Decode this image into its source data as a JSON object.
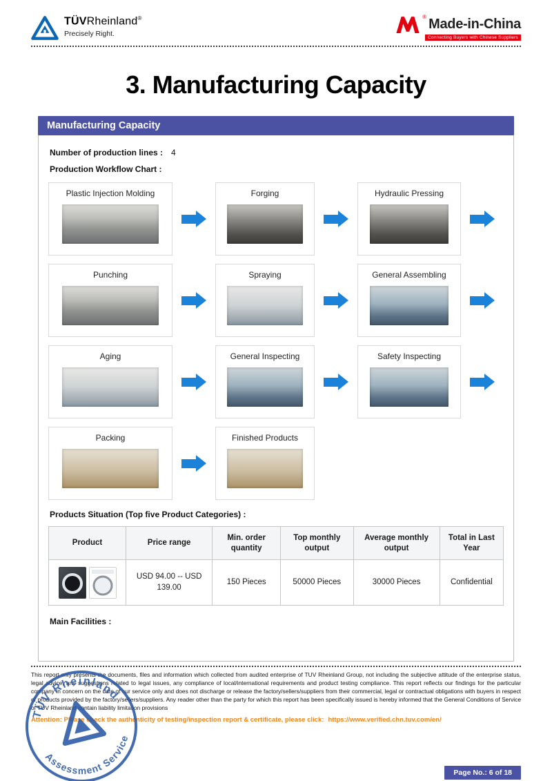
{
  "header": {
    "tuv": {
      "brand_bold": "TÜV",
      "brand_rest": "Rheinland",
      "reg": "®",
      "tagline": "Precisely Right."
    },
    "mic": {
      "brand": "Made-in-China",
      "reg": "®",
      "tagline": "Connecting Buyers with Chinese Suppliers"
    }
  },
  "title": "3. Manufacturing Capacity",
  "section": {
    "bar_title": "Manufacturing Capacity",
    "production_lines_label": "Number of production lines :",
    "production_lines_value": "4",
    "workflow_label": "Production Workflow Chart :",
    "workflow_steps": [
      "Plastic Injection Molding",
      "Forging",
      "Hydraulic Pressing",
      "Punching",
      "Spraying",
      "General Assembling",
      "Aging",
      "General Inspecting",
      "Safety Inspecting",
      "Packing",
      "Finished Products"
    ],
    "products_label": "Products Situation (Top five Product Categories) :",
    "table": {
      "headers": [
        "Product",
        "Price range",
        "Min. order quantity",
        "Top monthly output",
        "Average monthly output",
        "Total in Last Year"
      ],
      "row": {
        "price_range": "USD 94.00 -- USD 139.00",
        "min_order_quantity": "150 Pieces",
        "top_monthly_output": "50000 Pieces",
        "average_monthly_output": "30000 Pieces",
        "total_in_last_year": "Confidential"
      }
    },
    "facilities_label": "Main Facilities :"
  },
  "footer": {
    "disclaimer": "This report only presents the documents, files and information which collected from audited enterprise of TUV Rheinland Group, not including the subjective attitude of the enterprise status, legal advice, any suggestions related to legal issues, any compliance of local/international requirements and product testing compliance. This report reflects our findings for the particular company in concern on the date of our service only and does not discharge or release the factory/sellers/suppliers from their commercial, legal or contractual obligations with buyers in respect of products provided by the factory/sellers/suppliers. Any reader other than the party for which this report has been specifically issued is hereby informed that the General Conditions of Service of TUV Rheinland contain liability limitation provisions",
    "attention": "Attention: Please check the authenticity of testing/inspection report & certificate, please click:",
    "attention_url": "https://www.verified.chn.tuv.com/en/",
    "page_no": "Page No.: 6 of 18",
    "stamp": {
      "arc_top": "TÜV Rheinland",
      "arc_bottom": "Assessment Service"
    }
  },
  "colors": {
    "accent_purple": "#4c52a3",
    "arrow_blue": "#1b82d9",
    "brand_red": "#e3000f",
    "tuv_blue": "#0b67b2",
    "attention_orange": "#f08519",
    "stamp_blue": "#2a57a5"
  }
}
